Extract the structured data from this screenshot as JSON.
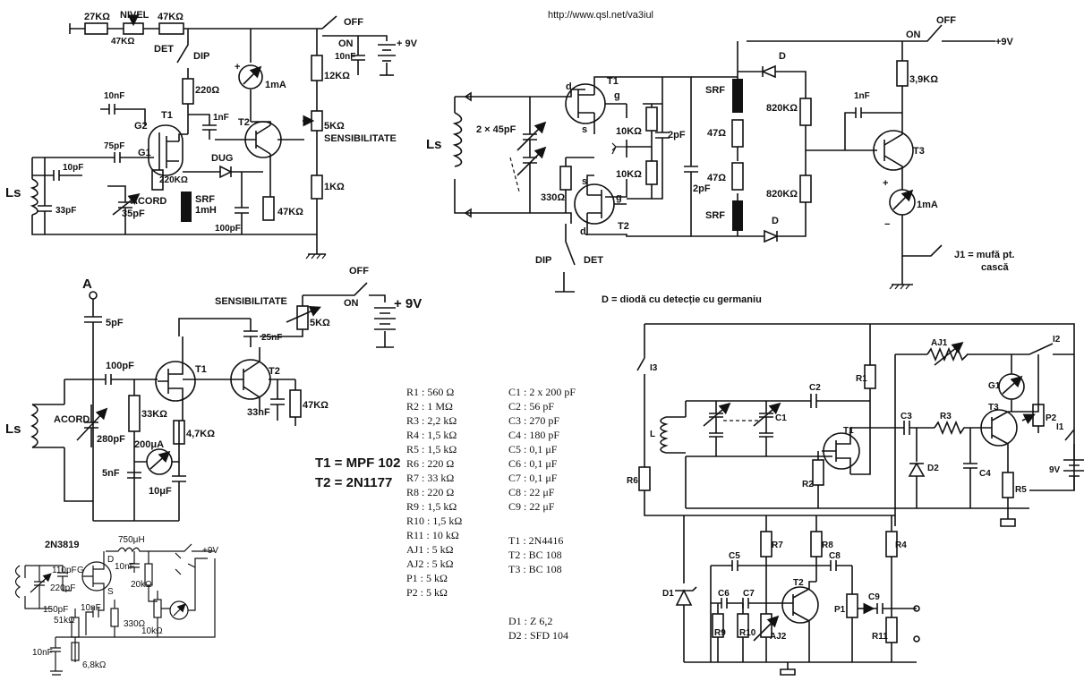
{
  "url": "http://www.qsl.net/va3iul",
  "c1": {
    "r_left": "27KΩ",
    "nivel": "NIVEL",
    "r_right": "47KΩ",
    "pot": "47KΩ",
    "off": "OFF",
    "on": "ON",
    "v9": "+ 9V",
    "det": "DET",
    "dip": "DIP",
    "r220": "220Ω",
    "meter": "1mA",
    "c10nf_sup": "10nF",
    "r12k": "12KΩ",
    "c10nf_g2": "10nF",
    "g2": "G2",
    "t1": "T1",
    "c1nf": "1nF",
    "t2": "T2",
    "sens_pot": "5KΩ",
    "sens": "SENSIBILITATE",
    "c75": "75pF",
    "g1": "G1",
    "r220k": "220KΩ",
    "dug": "DUG",
    "ls": "Ls",
    "c10pf": "10pF",
    "acord": "ACORD",
    "c35": "35pF",
    "c33": "33pF",
    "srf": "SRF",
    "mh": "1mH",
    "r47k": "47KΩ",
    "r1k": "1KΩ",
    "c100": "100pF"
  },
  "c2": {
    "off": "OFF",
    "on": "ON",
    "v9": "+9V",
    "d_top": "D",
    "r39": "3,9KΩ",
    "d_lbl": "d",
    "t1": "T1",
    "g_lbl": "g",
    "srf1": "SRF",
    "r820_1": "820KΩ",
    "c1nf": "1nF",
    "cvar": "2 × 45pF",
    "ls": "Ls",
    "r10k_1": "10KΩ",
    "c2pf_1": "2pF",
    "r47_1": "47Ω",
    "s_lbl": "s",
    "t3": "T3",
    "r10k_2": "10KΩ",
    "c2pf_2": "2pF",
    "r47_2": "47Ω",
    "r820_2": "820KΩ",
    "s2_lbl": "s",
    "r330": "330Ω",
    "g2_lbl": "g",
    "meter": "1mA",
    "srf2": "SRF",
    "d2_lbl": "d",
    "t2": "T2",
    "d_bot": "D",
    "j1a": "J1 = mufă pt.",
    "j1b": "cască",
    "dip": "DIP",
    "det": "DET",
    "note": "D = diodă cu detecție cu germaniu"
  },
  "c3": {
    "a": "A",
    "off": "OFF",
    "sens": "SENSIBILITATE",
    "on": "ON",
    "v9": "+ 9V",
    "c5pf": "5pF",
    "pot": "5KΩ",
    "c25": "25nF",
    "c100": "100pF",
    "t1": "T1",
    "t2": "T2",
    "ls": "Ls",
    "acord": "ACORD",
    "r33k": "33KΩ",
    "c33": "33nF",
    "r47k": "47KΩ",
    "c280": "280pF",
    "r47k2": "4,7KΩ",
    "meter": "200μA",
    "c5nf": "5nF",
    "c10uf": "10μF",
    "t1_type": "T1 = MPF 102",
    "t2_type": "T2 = 2N1177"
  },
  "c4": {
    "title": "2N3819",
    "l750": "750μH",
    "v9": "+9V",
    "g": "G",
    "d": "D",
    "c110": "110pF",
    "c10nf_a": "10nF",
    "c220": "220pF",
    "r20k": "20kΩ",
    "s": "S",
    "c150": "150pF",
    "c10nf_b": "10nF",
    "r330": "330Ω",
    "r10k": "10kΩ",
    "r51k": "51kΩ",
    "c10nf_c": "10nF",
    "r68k": "6,8kΩ"
  },
  "parts": {
    "resistors": [
      "R1 : 560 Ω",
      "R2 : 1 MΩ",
      "R3 : 2,2 kΩ",
      "R4 : 1,5 kΩ",
      "R5 : 1,5 kΩ",
      "R6 : 220 Ω",
      "R7 : 33 kΩ",
      "R8 : 220 Ω",
      "R9 : 1,5 kΩ",
      "R10 : 1,5 kΩ",
      "R11 : 10 kΩ",
      "AJ1 : 5 kΩ",
      "AJ2 : 5 kΩ",
      "P1 : 5 kΩ",
      "P2 : 5 kΩ"
    ],
    "capacitors": [
      "C1 : 2 x 200 pF",
      "C2 : 56 pF",
      "C3 : 270 pF",
      "C4 : 180 pF",
      "C5 : 0,1 μF",
      "C6 : 0,1 μF",
      "C7 : 0,1 μF",
      "C8 : 22 μF",
      "C9 : 22 μF"
    ],
    "transistors": [
      "T1 : 2N4416",
      "T2 : BC 108",
      "T3 : BC 108"
    ],
    "diodes": [
      "D1 : Z 6,2",
      "D2 : SFD 104"
    ]
  },
  "c5": {
    "aj1": "AJ1",
    "r1": "R1",
    "i2": "I2",
    "i3": "I3",
    "c2": "C2",
    "g1": "G1",
    "c1": "C1",
    "l": "L",
    "t1": "T1",
    "c3": "C3",
    "r3": "R3",
    "t3": "T3",
    "p2": "P2",
    "i1": "I1",
    "r2": "R2",
    "d2": "D2",
    "c4": "C4",
    "r5": "R5",
    "v9": "9V",
    "r6": "R6",
    "r7": "R7",
    "r8": "R8",
    "r4": "R4",
    "c5": "C5",
    "c8": "C8",
    "d1": "D1",
    "c6": "C6",
    "c7": "C7",
    "t2": "T2",
    "p1": "P1",
    "c9": "C9",
    "r9": "R9",
    "r10": "R10",
    "aj2": "AJ2",
    "r11": "R11"
  }
}
